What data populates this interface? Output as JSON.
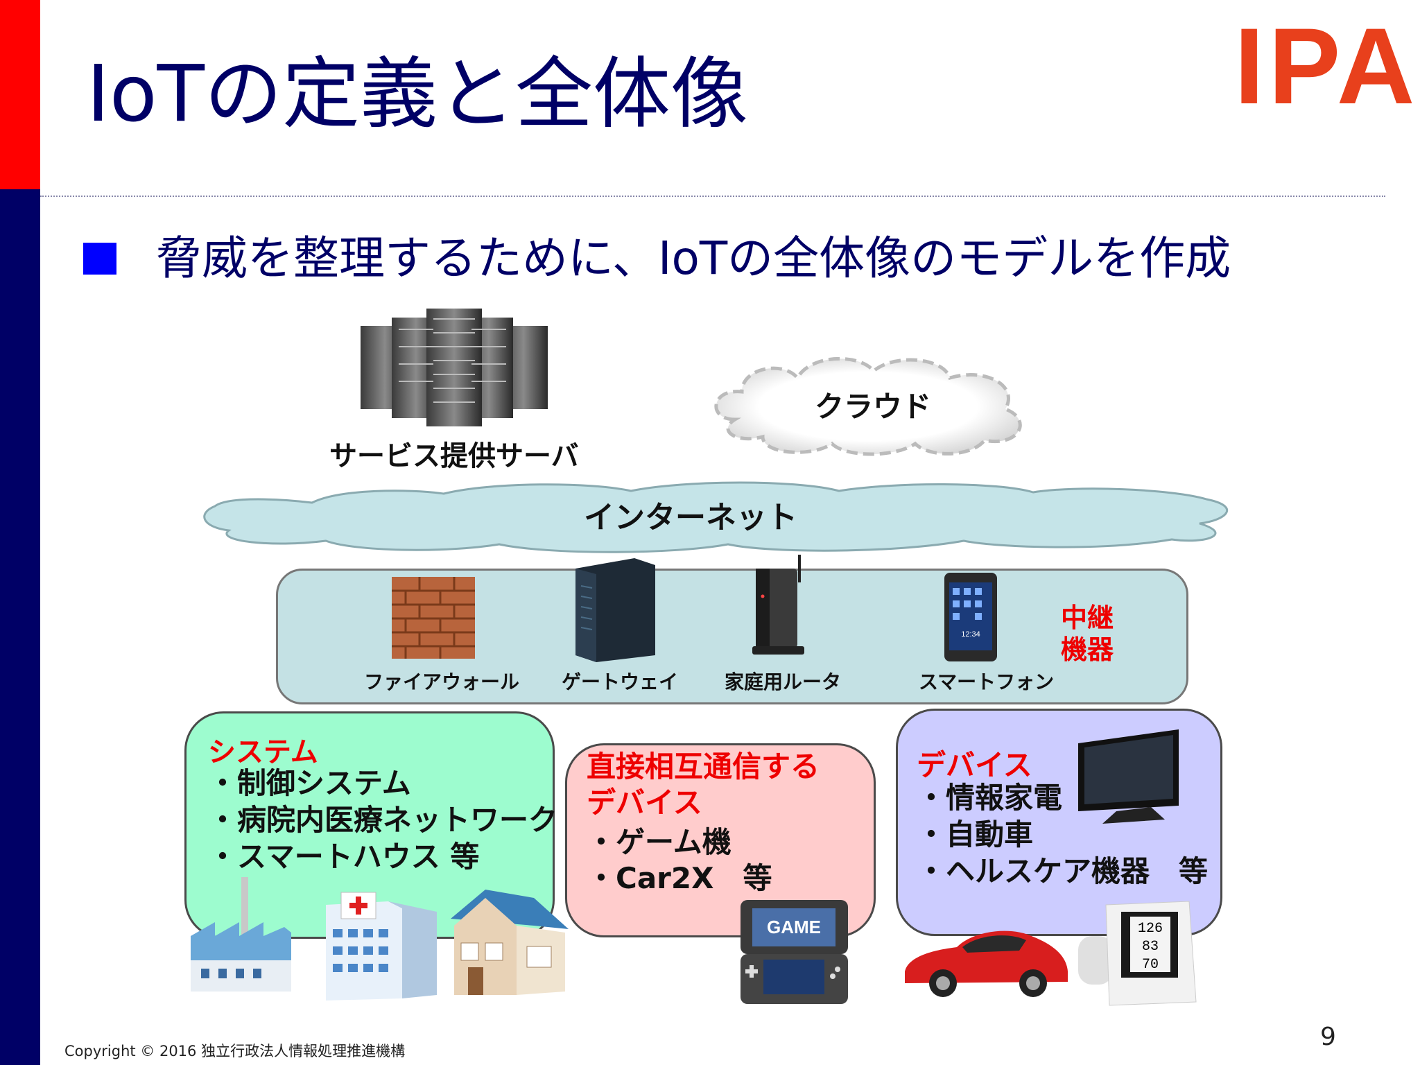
{
  "slide": {
    "title": "IoTの定義と全体像",
    "logo_text": "IPA",
    "subtitle": "脅威を整理するために、IoTの全体像のモデルを作成",
    "footer": "Copyright © 2016 独立行政法人情報処理推進機構",
    "page_number": "9",
    "accent_red": "#ff0000",
    "accent_navy": "#000066"
  },
  "diagram": {
    "server_label": "サービス提供サーバ",
    "cloud_label": "クラウド",
    "internet_label": "インターネット",
    "relay": {
      "title_line1": "中継",
      "title_line2": "機器",
      "devices": [
        {
          "label": "ファイアウォール",
          "icon": "firewall-icon"
        },
        {
          "label": "ゲートウェイ",
          "icon": "gateway-icon"
        },
        {
          "label": "家庭用ルータ",
          "icon": "router-icon"
        },
        {
          "label": "スマートフォン",
          "icon": "smartphone-icon"
        }
      ],
      "phone_time": "12:34"
    },
    "system": {
      "title": "システム",
      "items": [
        "・制御システム",
        "・病院内医療ネットワーク",
        "・スマートハウス 等"
      ]
    },
    "direct": {
      "title_line1": "直接相互通信する",
      "title_line2": "デバイス",
      "items": [
        "・ゲーム機",
        "・Car2X　等"
      ],
      "game_label": "GAME"
    },
    "devices": {
      "title": "デバイス",
      "items": [
        "・情報家電",
        "・自動車",
        "・ヘルスケア機器　等"
      ],
      "bp_values": [
        "126",
        "83",
        "70"
      ]
    }
  }
}
